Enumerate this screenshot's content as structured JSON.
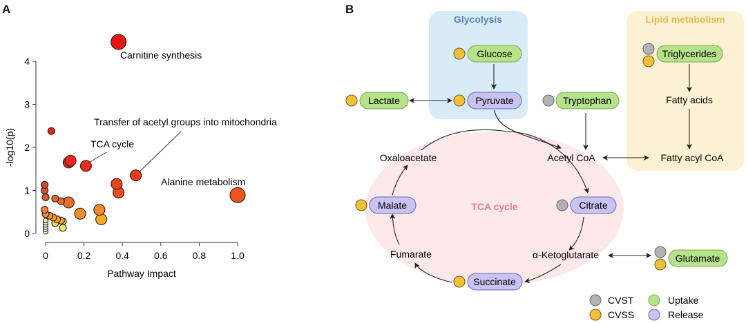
{
  "panel_a": {
    "label": "A",
    "chart_data": {
      "type": "scatter",
      "xlabel": "Pathway Impact",
      "ylabel": "-log10(p)",
      "xlim": [
        0,
        1.0
      ],
      "ylim": [
        0,
        4
      ],
      "xticks": [
        "0",
        "0.2",
        "0.4",
        "0.6",
        "0.8",
        "1.0"
      ],
      "yticks": [
        "0",
        "1",
        "2",
        "3",
        "4"
      ],
      "color_scale": "yellow-to-red by -log10(p)",
      "points": [
        {
          "x": 0.38,
          "y": 4.45,
          "size": "large",
          "color": "#e8130f",
          "label": "Carnitine synthesis"
        },
        {
          "x": 0.03,
          "y": 2.38,
          "size": "small",
          "color": "#e4251a"
        },
        {
          "x": 0.12,
          "y": 1.65,
          "size": "medium",
          "color": "#e8281b"
        },
        {
          "x": 0.13,
          "y": 1.69,
          "size": "medium",
          "color": "#e8281b"
        },
        {
          "x": 0.21,
          "y": 1.57,
          "size": "medium",
          "color": "#e92c1b",
          "label": "TCA cycle"
        },
        {
          "x": 0.47,
          "y": 1.35,
          "size": "medium",
          "color": "#ea3a1a",
          "label": "Transfer of acetyl groups into mitochondria"
        },
        {
          "x": 0.37,
          "y": 1.15,
          "size": "medium",
          "color": "#eb441c"
        },
        {
          "x": 0.38,
          "y": 0.95,
          "size": "medium",
          "color": "#ed4d1d"
        },
        {
          "x": 1.0,
          "y": 0.89,
          "size": "large",
          "color": "#ee521d",
          "label": "Alanine metabolism"
        },
        {
          "x": -0.005,
          "y": 1.13,
          "size": "small",
          "color": "#d6482c"
        },
        {
          "x": -0.005,
          "y": 1.0,
          "size": "small",
          "color": "#d8532d"
        },
        {
          "x": 0.0,
          "y": 0.84,
          "size": "small",
          "color": "#db5a2c"
        },
        {
          "x": 0.05,
          "y": 0.81,
          "size": "small",
          "color": "#e3652b"
        },
        {
          "x": 0.08,
          "y": 0.75,
          "size": "small",
          "color": "#e66a28"
        },
        {
          "x": 0.12,
          "y": 0.72,
          "size": "medium",
          "color": "#e86e24"
        },
        {
          "x": 0.18,
          "y": 0.46,
          "size": "medium",
          "color": "#f08f22"
        },
        {
          "x": 0.28,
          "y": 0.55,
          "size": "medium",
          "color": "#f08a24"
        },
        {
          "x": 0.29,
          "y": 0.33,
          "size": "medium",
          "color": "#f5ab28"
        },
        {
          "x": -0.005,
          "y": 0.55,
          "size": "small",
          "color": "#e78339"
        },
        {
          "x": 0.0,
          "y": 0.45,
          "size": "small",
          "color": "#eb8d33"
        },
        {
          "x": 0.02,
          "y": 0.41,
          "size": "small",
          "color": "#ee962f"
        },
        {
          "x": 0.04,
          "y": 0.37,
          "size": "small",
          "color": "#f19e2b"
        },
        {
          "x": 0.06,
          "y": 0.33,
          "size": "small",
          "color": "#f3a72a"
        },
        {
          "x": 0.08,
          "y": 0.3,
          "size": "small",
          "color": "#f4b12b"
        },
        {
          "x": 0.09,
          "y": 0.28,
          "size": "small",
          "color": "#f5bf30"
        },
        {
          "x": 0.05,
          "y": 0.24,
          "size": "small",
          "color": "#f3d63a"
        },
        {
          "x": 0.09,
          "y": 0.13,
          "size": "small",
          "color": "#f2ee5a"
        },
        {
          "x": 0.0,
          "y": 0.3,
          "size": "tiny",
          "color": "#f6f4c8"
        },
        {
          "x": 0.0,
          "y": 0.25,
          "size": "tiny",
          "color": "#f8f6d6"
        },
        {
          "x": 0.0,
          "y": 0.2,
          "size": "tiny",
          "color": "#faf9e2"
        },
        {
          "x": 0.0,
          "y": 0.15,
          "size": "tiny",
          "color": "#fcfbee"
        },
        {
          "x": 0.0,
          "y": 0.1,
          "size": "tiny",
          "color": "#fdfdf5"
        },
        {
          "x": 0.0,
          "y": 0.04,
          "size": "tiny",
          "color": "#ffffff"
        }
      ],
      "annotations": [
        {
          "text": "Carnitine synthesis",
          "target_x": 0.38,
          "target_y": 4.45,
          "leader": false
        },
        {
          "text": "Transfer of acetyl groups into mitochondria",
          "target_x": 0.47,
          "target_y": 1.35,
          "leader": true
        },
        {
          "text": "TCA cycle",
          "target_x": 0.21,
          "target_y": 1.57,
          "leader": true
        },
        {
          "text": "Alanine metabolism",
          "target_x": 1.0,
          "target_y": 0.89,
          "leader": false
        }
      ]
    }
  },
  "panel_b": {
    "label": "B",
    "regions": {
      "glycolysis": "Glycolysis",
      "lipid": "Lipid metabolism",
      "tca": "TCA cycle"
    },
    "nodes": {
      "glucose": "Glucose",
      "pyruvate": "Pyruvate",
      "lactate": "Lactate",
      "tryptophan": "Tryptophan",
      "triglycerides": "Triglycerides",
      "fatty_acids": "Fatty acids",
      "fatty_acyl_coa": "Fatty acyl CoA",
      "acetyl_coa": "Acetyl CoA",
      "oxaloacetate": "Oxaloacetate",
      "citrate": "Citrate",
      "malate": "Malate",
      "akg": "α-Ketoglutarate",
      "glutamate": "Glutamate",
      "fumarate": "Fumarate",
      "succinate": "Succinate"
    },
    "legend": {
      "cvst": "CVST",
      "cvss": "CVSS",
      "uptake": "Uptake",
      "release": "Release"
    },
    "colors": {
      "cvst": "#b3b3b3",
      "cvss": "#f2c037",
      "uptake": "#b6e28a",
      "release": "#c8c3f2",
      "glycolysis_bg": "#d7ecf7",
      "lipid_bg": "#fdf1d3",
      "tca_bg": "#fde8ea",
      "glycolysis_title": "#5a86b5",
      "lipid_title": "#f0b94e",
      "tca_title": "#e27d98"
    }
  }
}
